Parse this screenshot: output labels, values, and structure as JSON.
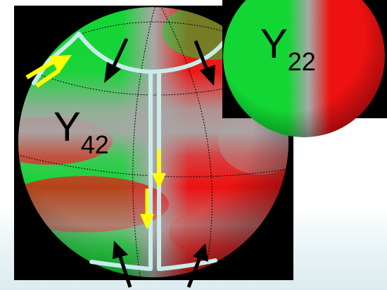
{
  "labels": {
    "big_sphere": {
      "main": "Y",
      "sub": "42"
    },
    "small_sphere": {
      "main": "Y",
      "sub": "22"
    }
  },
  "colors": {
    "background": "#000000",
    "positive_lobe": "#ee1111",
    "negative_lobe": "#11d633",
    "nodal": "#a8a8a8",
    "path": "#c8ecec",
    "black_arrow": "#000000",
    "yellow_arrow": "#ffff00"
  },
  "icons": [
    "black-arrow-icon",
    "yellow-arrow-icon"
  ]
}
